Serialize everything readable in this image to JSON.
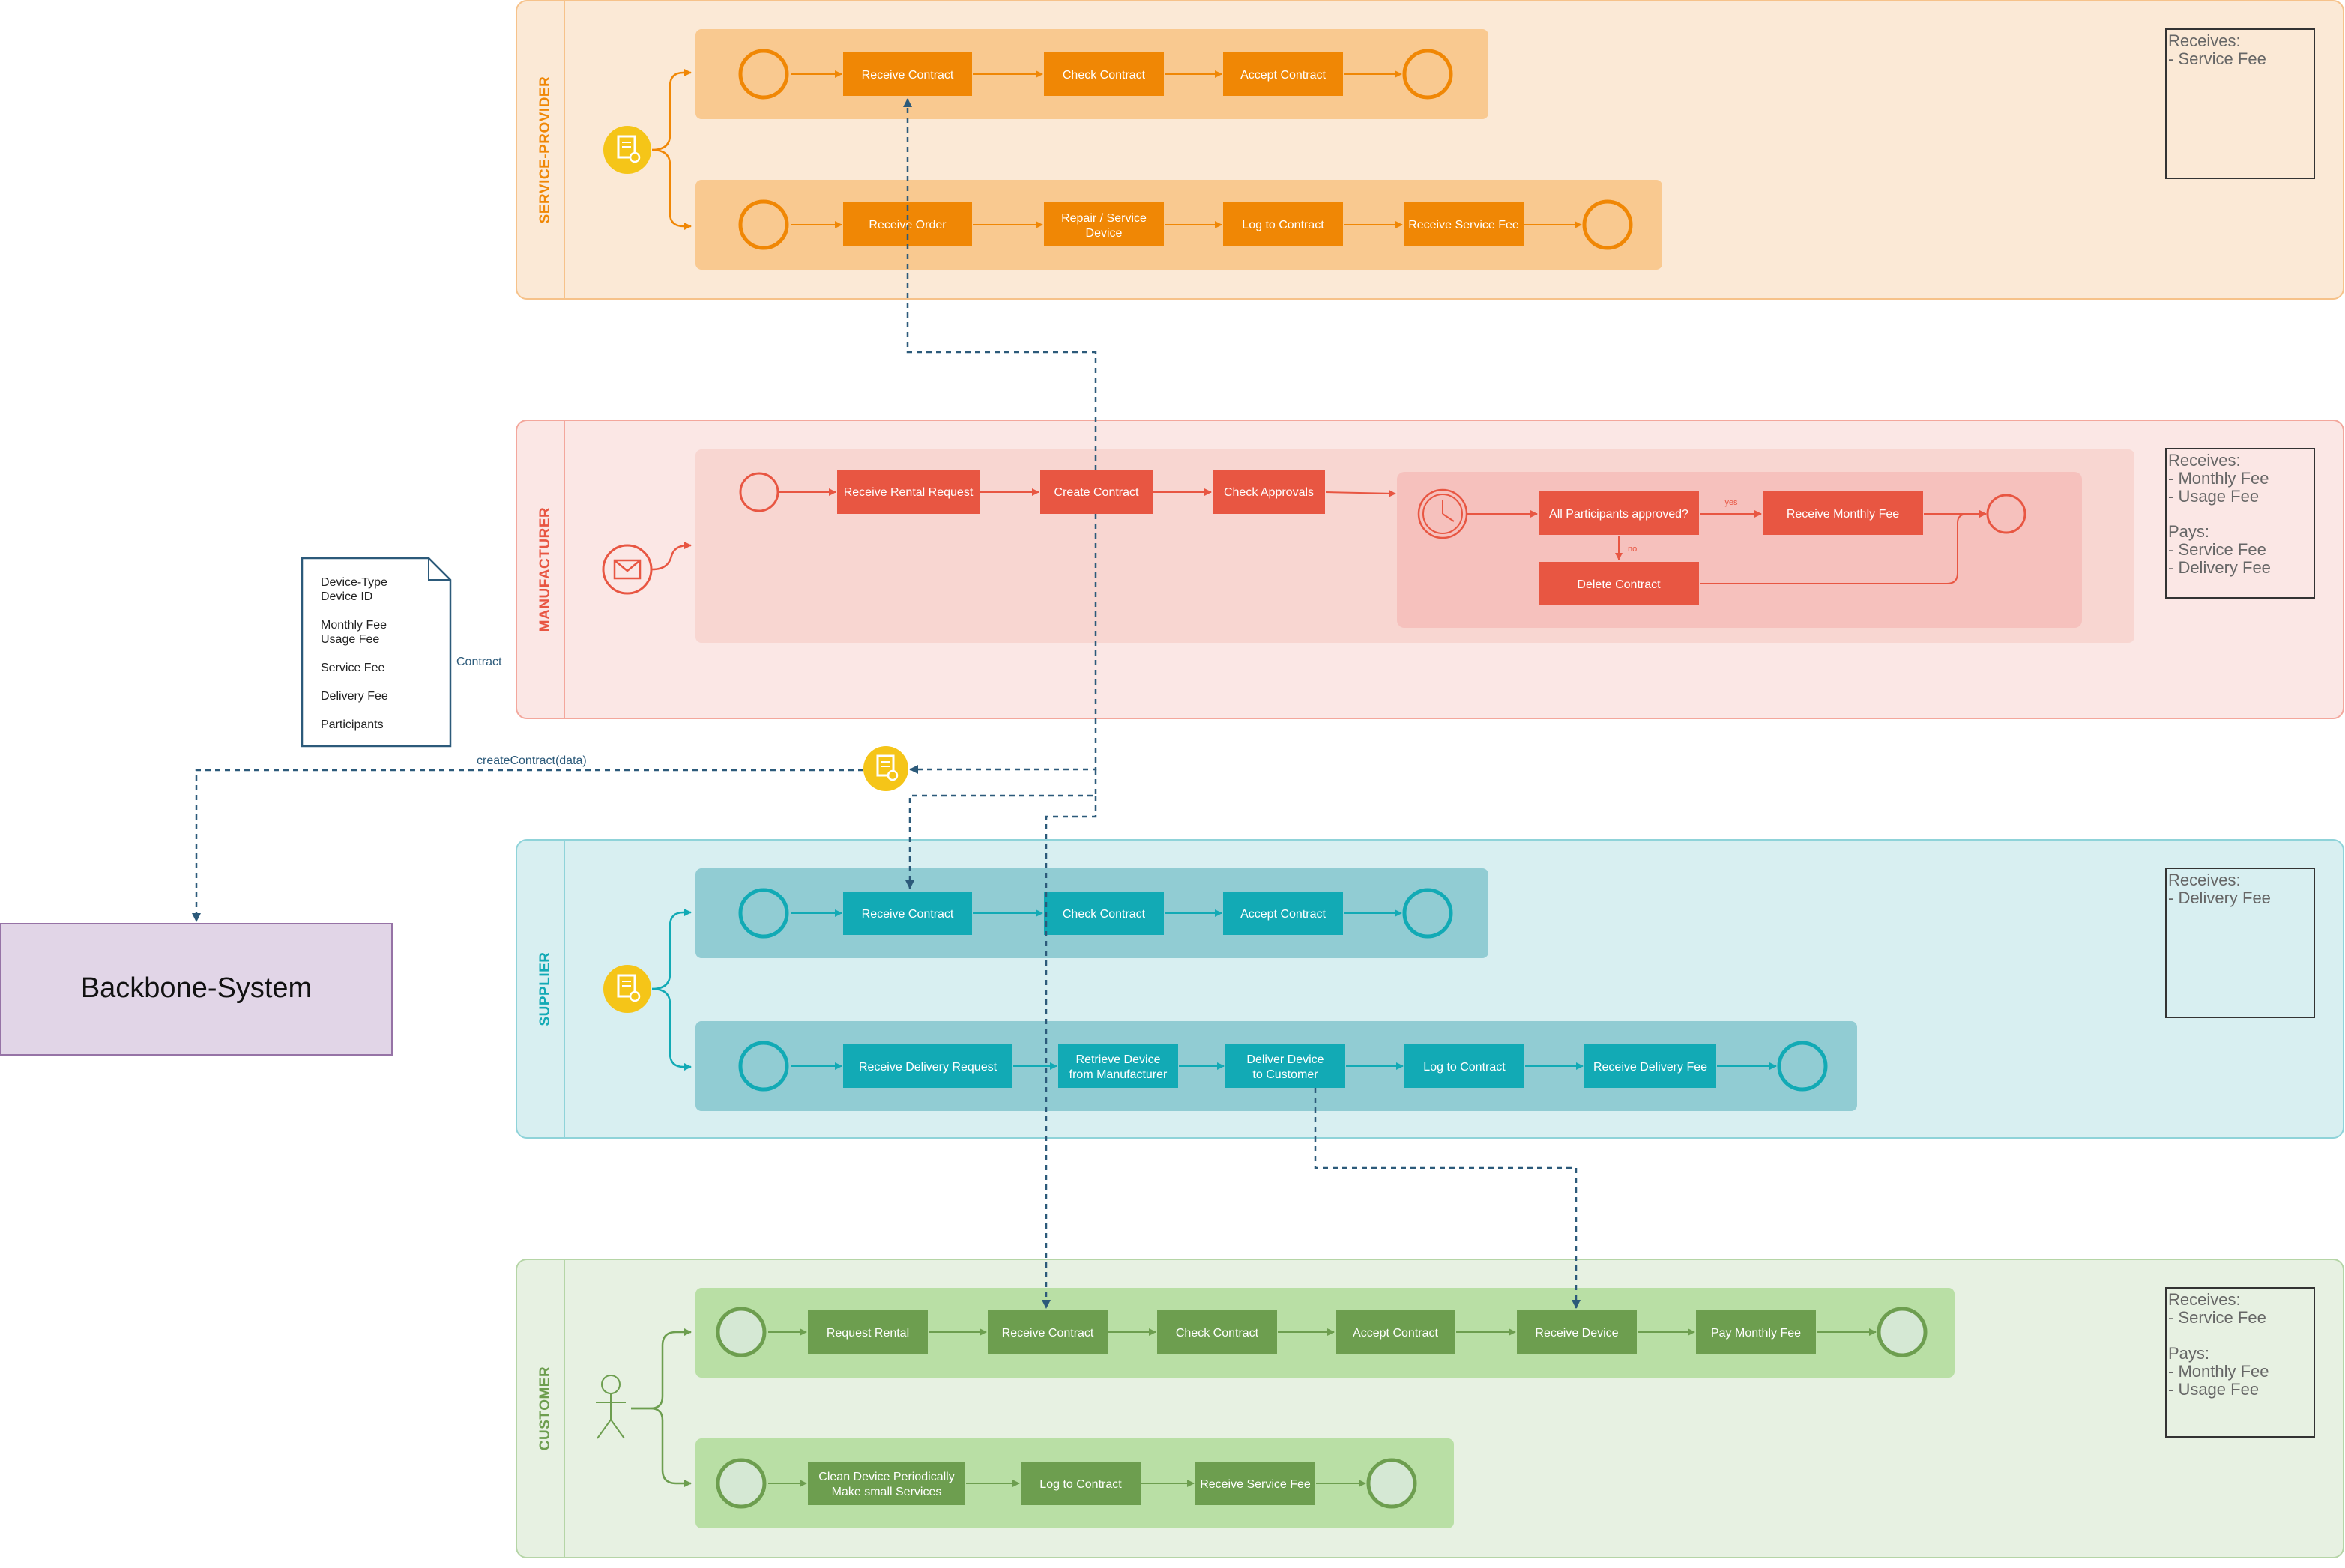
{
  "lanes": {
    "service_provider": {
      "title": "SERVICE-PROVIDER",
      "row1": [
        "Receive Contract",
        "Check Contract",
        "Accept Contract"
      ],
      "row2": [
        "Receive Order",
        "Repair / Service",
        "Device",
        "Log to Contract",
        "Receive Service Fee"
      ],
      "note": [
        "Receives:",
        "- Service Fee"
      ]
    },
    "manufacturer": {
      "title": "MANUFACTURER",
      "tasks": [
        "Receive Rental Request",
        "Create Contract",
        "Check Approvals"
      ],
      "subprocess": {
        "gateway": "All Participants approved?",
        "yes_label": "yes",
        "no_label": "no",
        "receive_fee": "Receive Monthly Fee",
        "delete": "Delete Contract"
      },
      "note": [
        "Receives:",
        "- Monthly Fee",
        "- Usage Fee",
        "Pays:",
        "- Service Fee",
        "- Delivery Fee"
      ]
    },
    "supplier": {
      "title": "SUPPLIER",
      "row1": [
        "Receive Contract",
        "Check Contract",
        "Accept Contract"
      ],
      "row2": [
        "Receive Delivery Request",
        "Retrieve Device",
        "from Manufacturer",
        "Deliver Device",
        "to Customer",
        "Log to Contract",
        "Receive Delivery Fee"
      ],
      "note": [
        "Receives:",
        "- Delivery Fee"
      ]
    },
    "customer": {
      "title": "CUSTOMER",
      "row1": [
        "Request Rental",
        "Receive Contract",
        "Check Contract",
        "Accept Contract",
        "Receive Device",
        "Pay Monthly Fee"
      ],
      "row2": [
        "Clean Device Periodically",
        "Make small Services",
        "Log to Contract",
        "Receive Service Fee"
      ],
      "note": [
        "Receives:",
        "- Service Fee",
        "Pays:",
        "- Monthly Fee",
        "- Usage Fee"
      ]
    }
  },
  "contract_document": {
    "lines": [
      "Device-Type",
      "Device ID",
      "Monthly Fee",
      "Usage Fee",
      "Service Fee",
      "Delivery Fee",
      "Participants"
    ],
    "label": "Contract"
  },
  "message_label": "createContract(data)",
  "backbone": "Backbone-System",
  "colors": {
    "orange": "#f08705",
    "red": "#e85642",
    "teal": "#12aab5",
    "green": "#6d9e4f",
    "purple_fill": "#e1d5e7",
    "connector": "#2c5a7a"
  }
}
